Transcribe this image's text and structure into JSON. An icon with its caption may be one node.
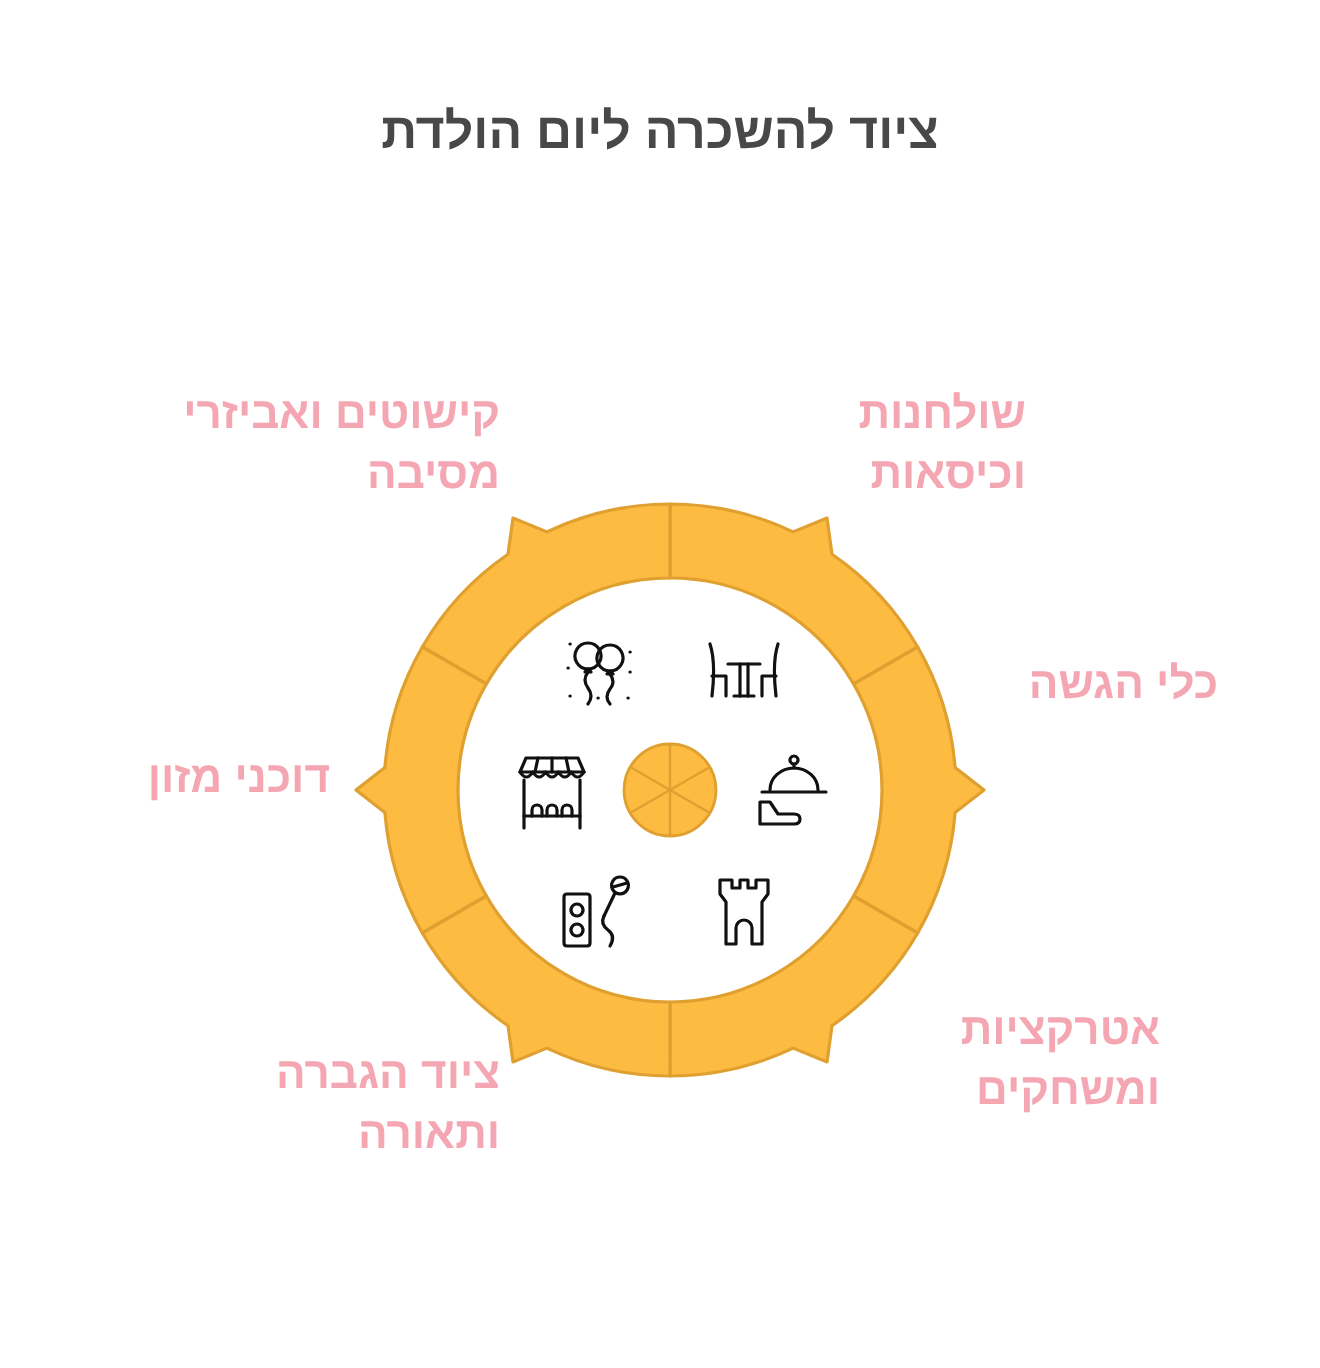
{
  "diagram": {
    "title": "ציוד להשכרה ליום הולדת",
    "nodes": [
      {
        "text": [
          "שולחנות וכיסאות"
        ]
      },
      {
        "text": [
          "קישוטים ואביזרי מסיבה"
        ]
      },
      {
        "text": [
          "כלי הגשה"
        ]
      },
      {
        "text": [
          "דוכני מזון"
        ]
      },
      {
        "text": [
          "אטרקציות ומשחקים"
        ]
      },
      {
        "text": [
          "ציוד הגברה ותאורה"
        ]
      }
    ]
  }
}
